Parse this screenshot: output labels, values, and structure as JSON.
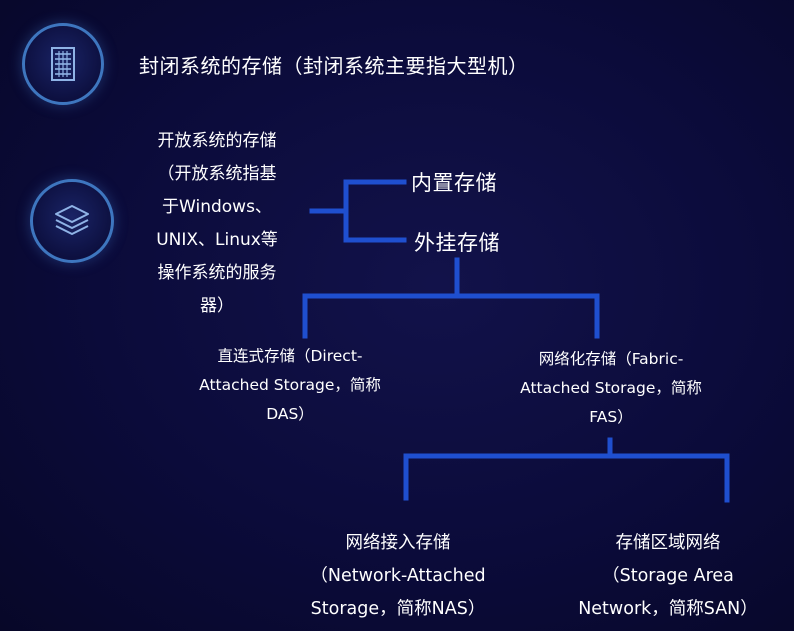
{
  "closed_system": {
    "icon": "server-rack-icon",
    "label": "封闭系统的存储（封闭系统主要指大型机）"
  },
  "open_system": {
    "icon": "layers-stack-icon",
    "lines": [
      "开放系统的存储",
      "（开放系统指基",
      "于Windows、",
      "UNIX、Linux等",
      "操作系统的服务",
      "器）"
    ]
  },
  "branches": {
    "internal": "内置存储",
    "external": "外挂存储"
  },
  "das": {
    "lines": [
      "直连式存储（Direct-",
      "Attached Storage，简称",
      "DAS）"
    ]
  },
  "fas": {
    "lines": [
      "网络化存储（Fabric-",
      "Attached Storage，简称",
      "FAS）"
    ]
  },
  "nas": {
    "lines": [
      "网络接入存储",
      "（Network-Attached",
      "Storage，简称NAS）"
    ]
  },
  "san": {
    "lines": [
      "存储区域网络",
      "（Storage Area",
      "Network，简称SAN）"
    ]
  },
  "colors": {
    "connector": "#1f4fcf",
    "icon_ring": "#3e76bf",
    "background": "#0a0a36",
    "text": "#ffffff"
  }
}
